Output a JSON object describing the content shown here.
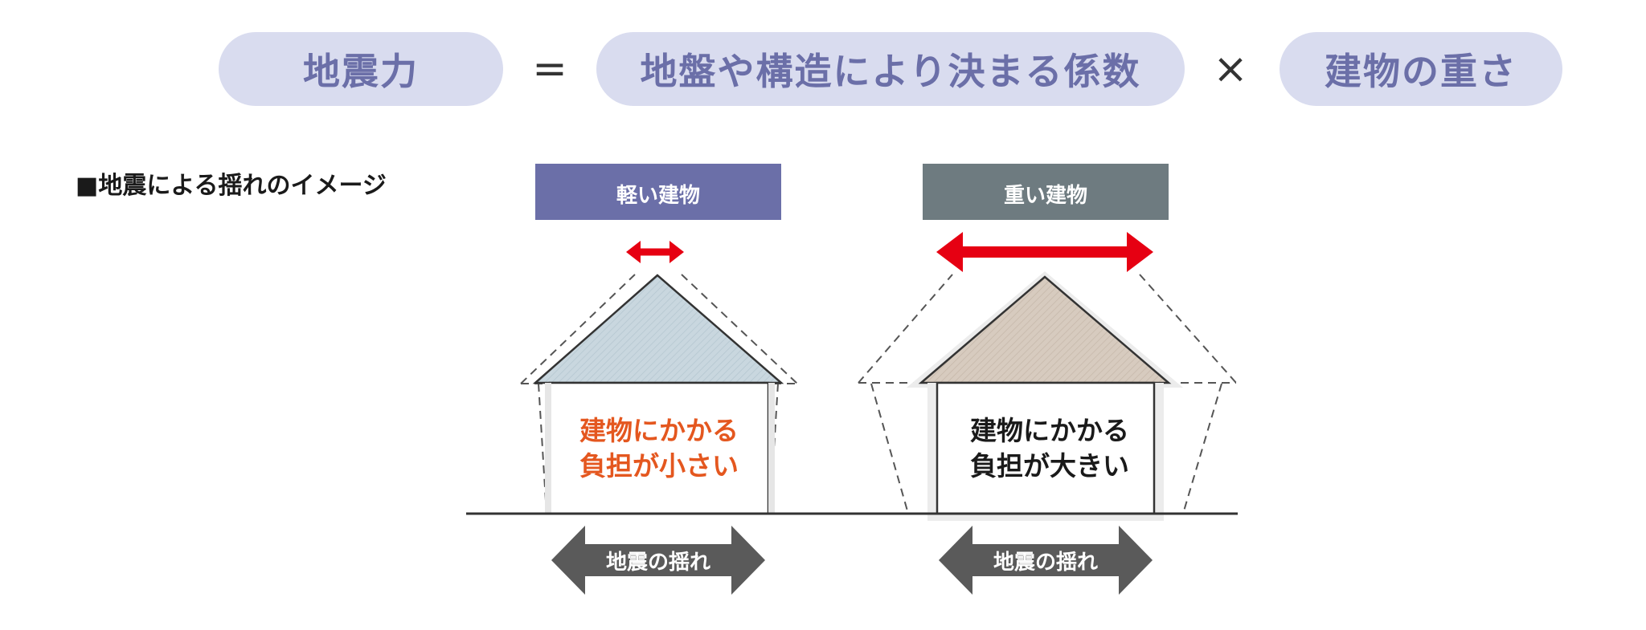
{
  "formula": {
    "seismic_force": "地震力",
    "equals": "=",
    "coefficient": "地盤や構造により決まる係数",
    "times": "×",
    "weight": "建物の重さ"
  },
  "section_title": "■地震による揺れのイメージ",
  "light_building": {
    "label": "軽い建物",
    "load_line1": "建物にかかる",
    "load_line2": "負担が小さい",
    "shake_label": "地震の揺れ"
  },
  "heavy_building": {
    "label": "重い建物",
    "load_line1": "建物にかかる",
    "load_line2": "負担が大きい",
    "shake_label": "地震の揺れ"
  },
  "colors": {
    "pill_bg": "#d9dcef",
    "pill_fg": "#6b6fa8",
    "light_label_bg": "#6b6fa8",
    "heavy_label_bg": "#6e7b80",
    "arrow_red": "#e60012",
    "light_roof": "#c9d7df",
    "heavy_roof": "#d7cbbf",
    "light_text": "#e4571f",
    "heavy_text": "#1a1a1a",
    "shake_arrow": "#5a5a5a"
  }
}
